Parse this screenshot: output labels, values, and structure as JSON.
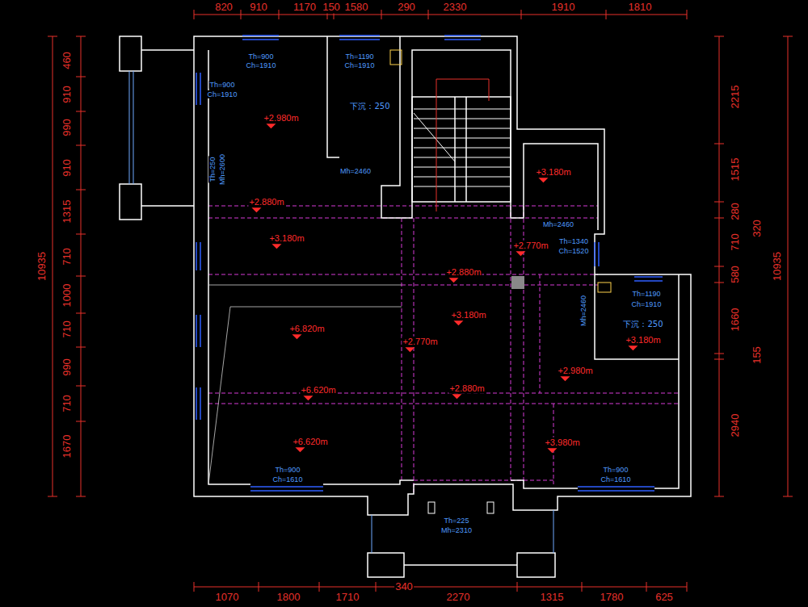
{
  "diagram": {
    "labels": [
      "820",
      "910",
      "1170",
      "150",
      "1580",
      "290",
      "2330",
      "1910",
      "1810",
      "460",
      "910",
      "990",
      "910",
      "1315",
      "710",
      "1000",
      "710",
      "990",
      "710",
      "1670",
      "10935",
      "2215",
      "1515",
      "280",
      "320",
      "710",
      "580",
      "1660",
      "155",
      "2940",
      "10935",
      "Th=900",
      "Ch=1910",
      "Th=1190",
      "Ch=1910",
      "Th=900",
      "Ch=1910",
      "+2.980m",
      "下沉：250",
      "Th=250",
      "Mh=2600",
      "Mh=2460",
      "+3.180m",
      "+2.880m",
      "Mh=2460",
      "+3.180m",
      "+2.770m",
      "Th=1340",
      "Ch=1520",
      "+2.880m",
      "Th=1190",
      "Ch=1910",
      "Mh=2460",
      "+3.180m",
      "下沉：250",
      "+6.820m",
      "+3.180m",
      "+2.770m",
      "+2.980m",
      "+6.620m",
      "+2.880m",
      "+6.620m",
      "+3.980m",
      "Th=900",
      "Ch=1610",
      "Th=900",
      "Ch=1610",
      "Th=225",
      "Mh=2310",
      "1070",
      "1800",
      "1710",
      "340",
      "2270",
      "1315",
      "1780",
      "625"
    ]
  }
}
